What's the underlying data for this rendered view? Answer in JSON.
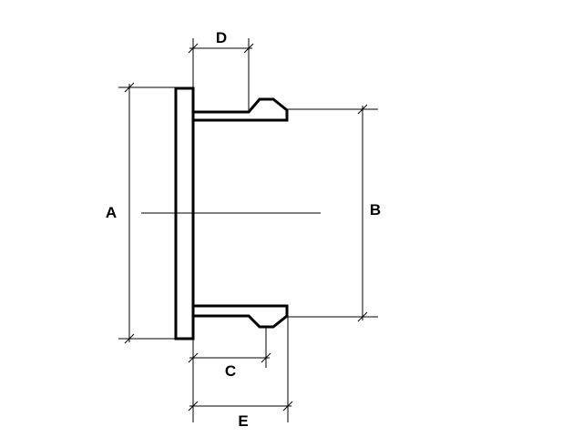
{
  "diagram": {
    "labels": {
      "a": "A",
      "b": "B",
      "c": "C",
      "d": "D",
      "e": "E"
    },
    "colors": {
      "line": "#000000",
      "background": "#ffffff"
    }
  }
}
